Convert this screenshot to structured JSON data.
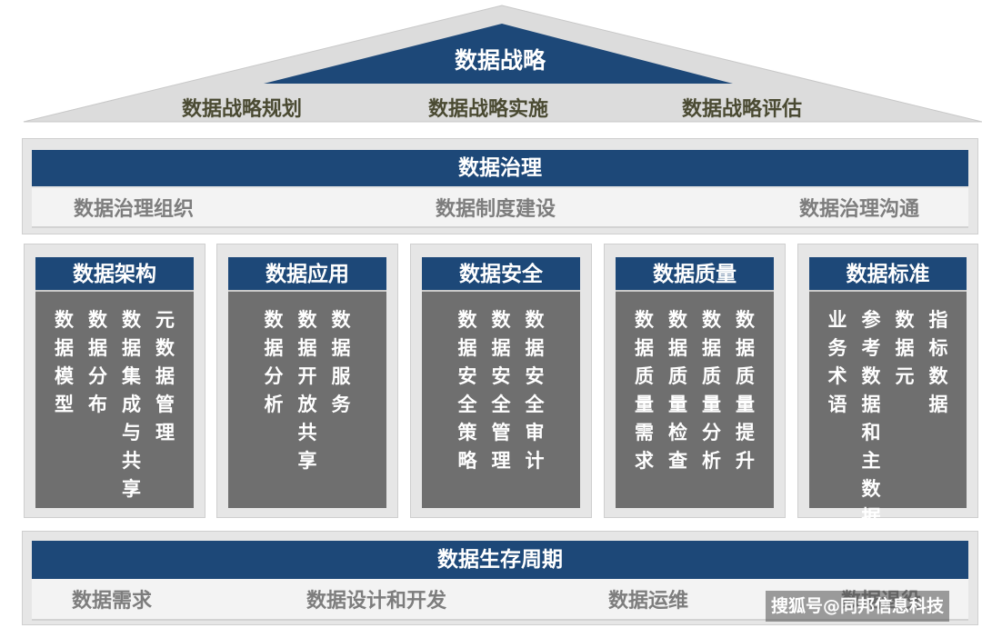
{
  "strategy": {
    "title": "数据战略",
    "items": [
      "数据战略规划",
      "数据战略实施",
      "数据战略评估"
    ]
  },
  "governance": {
    "title": "数据治理",
    "items": [
      "数据治理组织",
      "数据制度建设",
      "数据治理沟通"
    ]
  },
  "pillars": [
    {
      "title": "数据架构",
      "columns": [
        "数据模型",
        "数据分布",
        "数据集成与共享",
        "元数据管理"
      ]
    },
    {
      "title": "数据应用",
      "columns": [
        "数据分析",
        "数据开放共享",
        "数据服务"
      ]
    },
    {
      "title": "数据安全",
      "columns": [
        "数据安全策略",
        "数据安全管理",
        "数据安全审计"
      ]
    },
    {
      "title": "数据质量",
      "columns": [
        "数据质量需求",
        "数据质量检查",
        "数据质量分析",
        "数据质量提升"
      ]
    },
    {
      "title": "数据标准",
      "columns": [
        "业务术语",
        "参考数据和主数据",
        "数据元",
        "指标数据"
      ]
    }
  ],
  "lifecycle": {
    "title": "数据生存周期",
    "items": [
      "数据需求",
      "数据设计和开发",
      "数据运维",
      "数据退役"
    ]
  },
  "watermark": "搜狐号@同邦信息科技",
  "colors": {
    "navy": "#1d4878",
    "pillar_gray": "#6f6f6f",
    "frame_gray": "#e6e6e6",
    "roof_gray": "#dcdcdc"
  }
}
